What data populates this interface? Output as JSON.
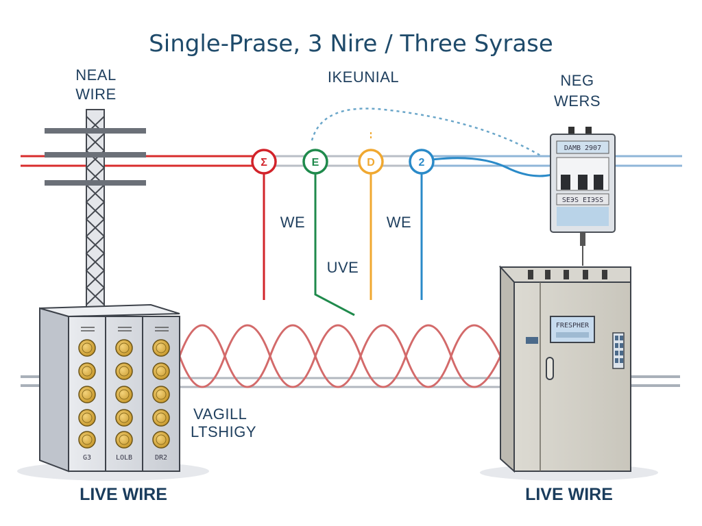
{
  "title": "Single-Prase, 3 Nire / Three Syrase",
  "labels": {
    "neal_wire_1": "NEAL",
    "neal_wire_2": "WIRE",
    "ikeunial": "IKEUNIAL",
    "neg_wers_1": "NEG",
    "neg_wers_2": "WERS",
    "we_left": "WE",
    "we_right": "WE",
    "uve": "UVE",
    "vagill_1": "VAGILL",
    "vagill_2": "LTSHIGY",
    "live_wire_left": "LIVE WIRE",
    "live_wire_right": "LIVE WIRE"
  },
  "nodes": [
    {
      "symbol": "Σ",
      "color": "#d2232a"
    },
    {
      "symbol": "E",
      "color": "#1f8a4c"
    },
    {
      "symbol": "D",
      "color": "#f0a830"
    },
    {
      "symbol": "2",
      "color": "#2a8ac8"
    }
  ],
  "meter": {
    "display": "DAMB 2907",
    "bottom_text": "SEЭS EIЭSS"
  },
  "panel": {
    "display": "FRESPHER"
  },
  "breaker_box": {
    "footer": [
      "G3",
      "LOLB",
      "DR2"
    ]
  },
  "colors": {
    "red_wire": "#d82c2c",
    "blue_wire": "#8fb6d8",
    "coil": "#d36a6a",
    "title": "#1e4a6a"
  }
}
